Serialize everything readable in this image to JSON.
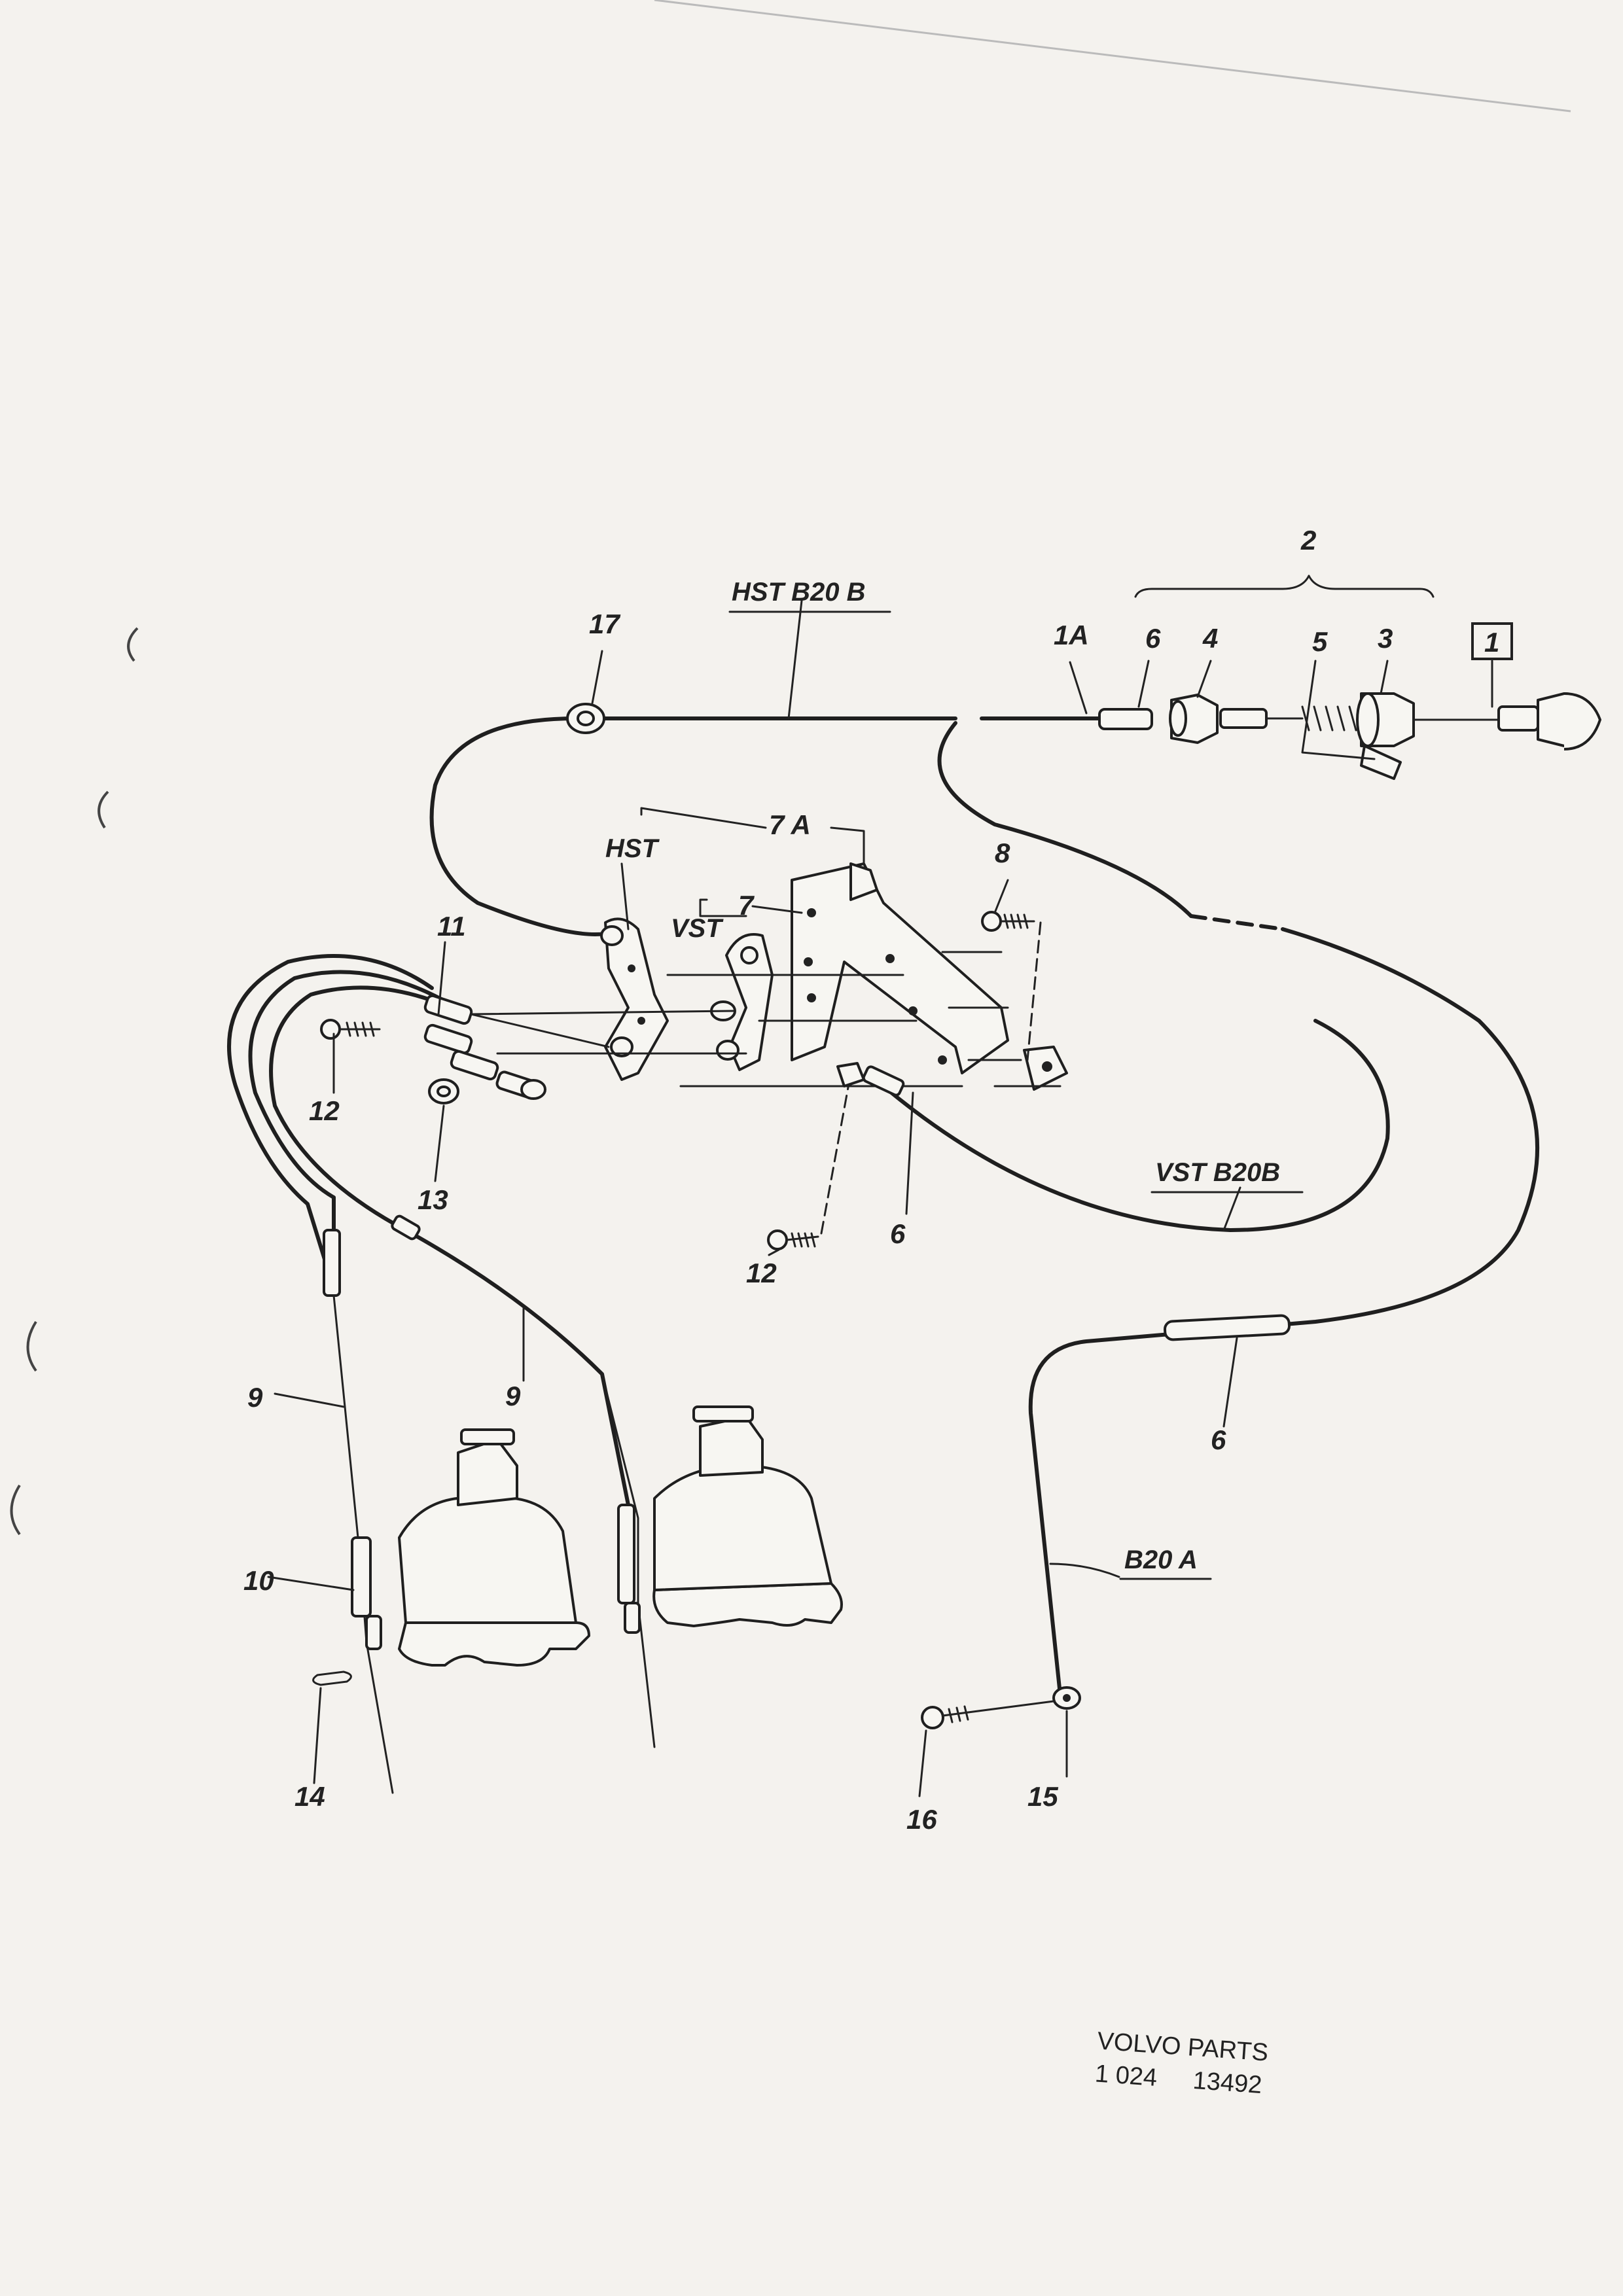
{
  "diagram": {
    "callouts": {
      "c1": "1",
      "c1A": "1A",
      "c2": "2",
      "c3": "3",
      "c4": "4",
      "c5": "5",
      "c6_top": "6",
      "c6_mid": "6",
      "c6_right": "6",
      "c7": "7",
      "c7A": "7 A",
      "c8": "8",
      "c9_left": "9",
      "c9_mid": "9",
      "c10": "10",
      "c11": "11",
      "c12_left": "12",
      "c12_mid": "12",
      "c13": "13",
      "c14": "14",
      "c15": "15",
      "c16": "16",
      "c17": "17"
    },
    "variant_labels": {
      "hst_b20b": "HST B20 B",
      "vst_b20b": "VST B20B",
      "b20a": "B20 A",
      "hst": "HST",
      "vst": "VST"
    },
    "footer": {
      "line1": "VOLVO  PARTS",
      "line2_left": "1  024",
      "line2_right": "13492"
    }
  }
}
